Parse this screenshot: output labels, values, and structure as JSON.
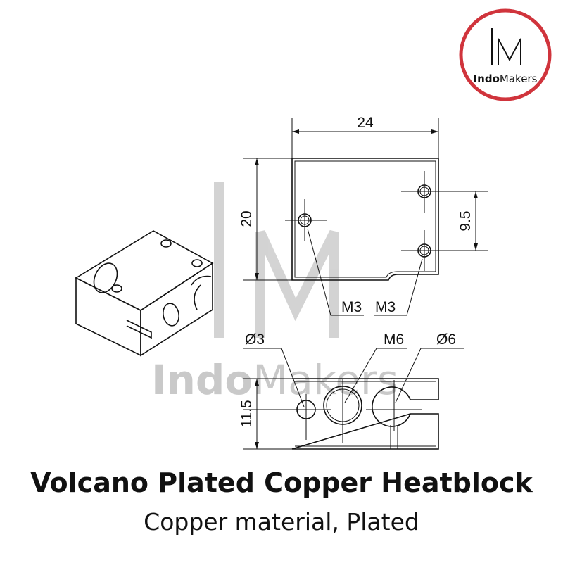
{
  "logo": {
    "big": "IM",
    "bold": "Indo",
    "regular": "Makers",
    "color": "#d0343c"
  },
  "watermark": {
    "bold": "Indo",
    "regular": "Makers"
  },
  "drawing": {
    "top_width": "24",
    "top_height": "20",
    "hole_spacing": "9.5",
    "hole_label_1": "M3",
    "hole_label_2": "M3",
    "side_height": "11.5",
    "small_hole": "Ø3",
    "thread_hole": "M6",
    "clamp_hole": "Ø6"
  },
  "title": "Volcano Plated Copper Heatblock",
  "subtitle": "Copper material, Plated"
}
